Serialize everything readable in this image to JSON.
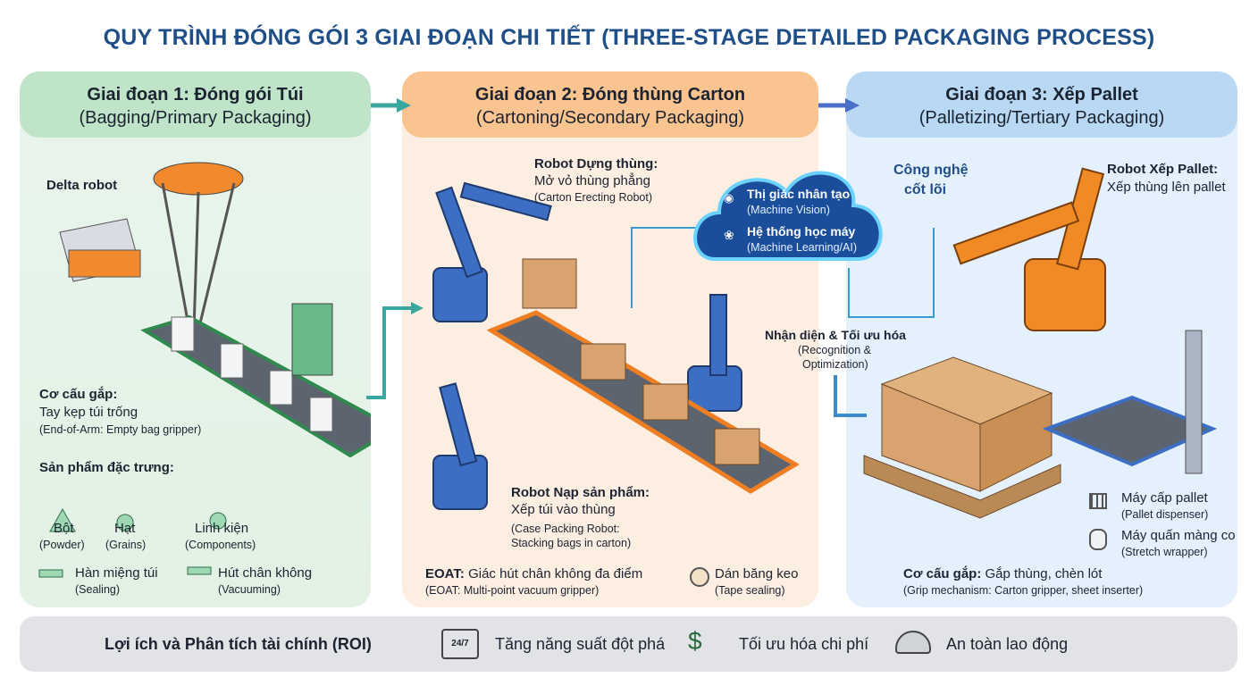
{
  "title": "QUY TRÌNH ĐÓNG GÓI 3 GIAI ĐOẠN CHI TIẾT (THREE-STAGE DETAILED PACKAGING PROCESS)",
  "colors": {
    "title": "#1f4f86",
    "stage1": "#bfe4c8",
    "stage2": "#f9c48f",
    "stage3": "#b8d8f3",
    "robot_blue": "#3c6fc4",
    "robot_orange": "#f08a24",
    "cloud": "#1b4e9a"
  },
  "stage1": {
    "title": "Giai đoạn 1: Đóng gói Túi",
    "subtitle": "(Bagging/Primary Packaging)",
    "delta_robot": "Delta robot",
    "gripper_title": "Cơ cấu gắp:",
    "gripper_desc": "Tay kẹp túi trống",
    "gripper_en": "(End-of-Arm: Empty bag gripper)",
    "products_title": "Sản phẩm đặc trưng:",
    "products": [
      {
        "icon": "powder-icon",
        "label": "Bột",
        "en": "(Powder)"
      },
      {
        "icon": "grains-icon",
        "label": "Hạt",
        "en": "(Grains)"
      },
      {
        "icon": "components-icon",
        "label": "Linh kiện",
        "en": "(Components)"
      }
    ],
    "ops": [
      {
        "icon": "sealing-icon",
        "label": "Hàn miệng túi",
        "en": "(Sealing)"
      },
      {
        "icon": "vacuum-icon",
        "label": "Hút chân không",
        "en": "(Vacuuming)"
      }
    ]
  },
  "stage2": {
    "title": "Giai đoạn 2: Đóng thùng Carton",
    "subtitle": "(Cartoning/Secondary Packaging)",
    "erect_title": "Robot Dựng thùng:",
    "erect_desc": "Mở vỏ thùng phẳng",
    "erect_en": "(Carton Erecting Robot)",
    "pack_title": "Robot Nạp sản phẩm:",
    "pack_desc": "Xếp túi vào thùng",
    "pack_en1": "(Case Packing Robot:",
    "pack_en2": "Stacking bags in carton)",
    "eoat_title": "EOAT:",
    "eoat_desc": "Giác hút chân không đa điểm",
    "eoat_en": "(EOAT: Multi-point vacuum gripper)",
    "tape_label": "Dán băng keo",
    "tape_en": "(Tape sealing)"
  },
  "core": {
    "title1": "Công nghệ",
    "title2": "cốt lõi",
    "vision": "Thị giác nhân tạo",
    "vision_en": "(Machine Vision)",
    "ml": "Hệ thống học máy",
    "ml_en": "(Machine Learning/AI)",
    "recog": "Nhận diện & Tối ưu hóa",
    "recog_en1": "(Recognition &",
    "recog_en2": "Optimization)"
  },
  "stage3": {
    "title": "Giai đoạn 3: Xếp Pallet",
    "subtitle": "(Palletizing/Tertiary Packaging)",
    "robot_title": "Robot Xếp Pallet:",
    "robot_desc": "Xếp thùng lên pallet",
    "dispenser": "Máy cấp pallet",
    "dispenser_en": "(Pallet dispenser)",
    "wrapper": "Máy quấn màng co",
    "wrapper_en": "(Stretch wrapper)",
    "grip_title": "Cơ cấu gắp:",
    "grip_desc": "Gắp thùng, chèn lót",
    "grip_en": "(Grip mechanism: Carton gripper, sheet inserter)"
  },
  "bottom": {
    "title": "Lợi ích và Phân tích tài chính (ROI)",
    "items": [
      {
        "icon": "factory-24-7-icon",
        "label": "Tăng năng suất đột phá"
      },
      {
        "icon": "handshake-dollar-icon",
        "label": "Tối ưu hóa chi phí"
      },
      {
        "icon": "hard-hat-icon",
        "label": "An toàn lao động"
      }
    ]
  }
}
